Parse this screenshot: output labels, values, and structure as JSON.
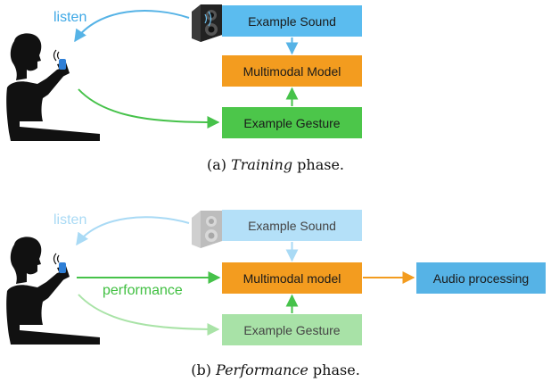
{
  "panel_a": {
    "listen_label": "listen",
    "boxes": {
      "sound": "Example Sound",
      "model": "Multimodal Model",
      "gesture": "Example Gesture"
    },
    "caption": {
      "prefix": "(a) ",
      "emph": "Training",
      "suffix": " phase."
    }
  },
  "panel_b": {
    "listen_label": "listen",
    "performance_label": "performance",
    "boxes": {
      "sound": "Example Sound",
      "model": "Multimodal model",
      "gesture": "Example Gesture",
      "audio": "Audio processing"
    },
    "caption": {
      "prefix": "(b) ",
      "emph": "Performance",
      "suffix": " phase."
    }
  },
  "colors": {
    "sound_box": "#5bbcef",
    "model_box": "#f39c1f",
    "gesture_box": "#4cc64a",
    "audio_box": "#56b3e6",
    "listen_text": "#3da8e6",
    "performance_text": "#3fbf40",
    "arrow_blue": "#56b3e6",
    "arrow_green": "#46c24a",
    "arrow_orange": "#f39c1f"
  },
  "icons": {
    "person": "person-with-phone-icon",
    "speaker": "speaker-icon"
  }
}
